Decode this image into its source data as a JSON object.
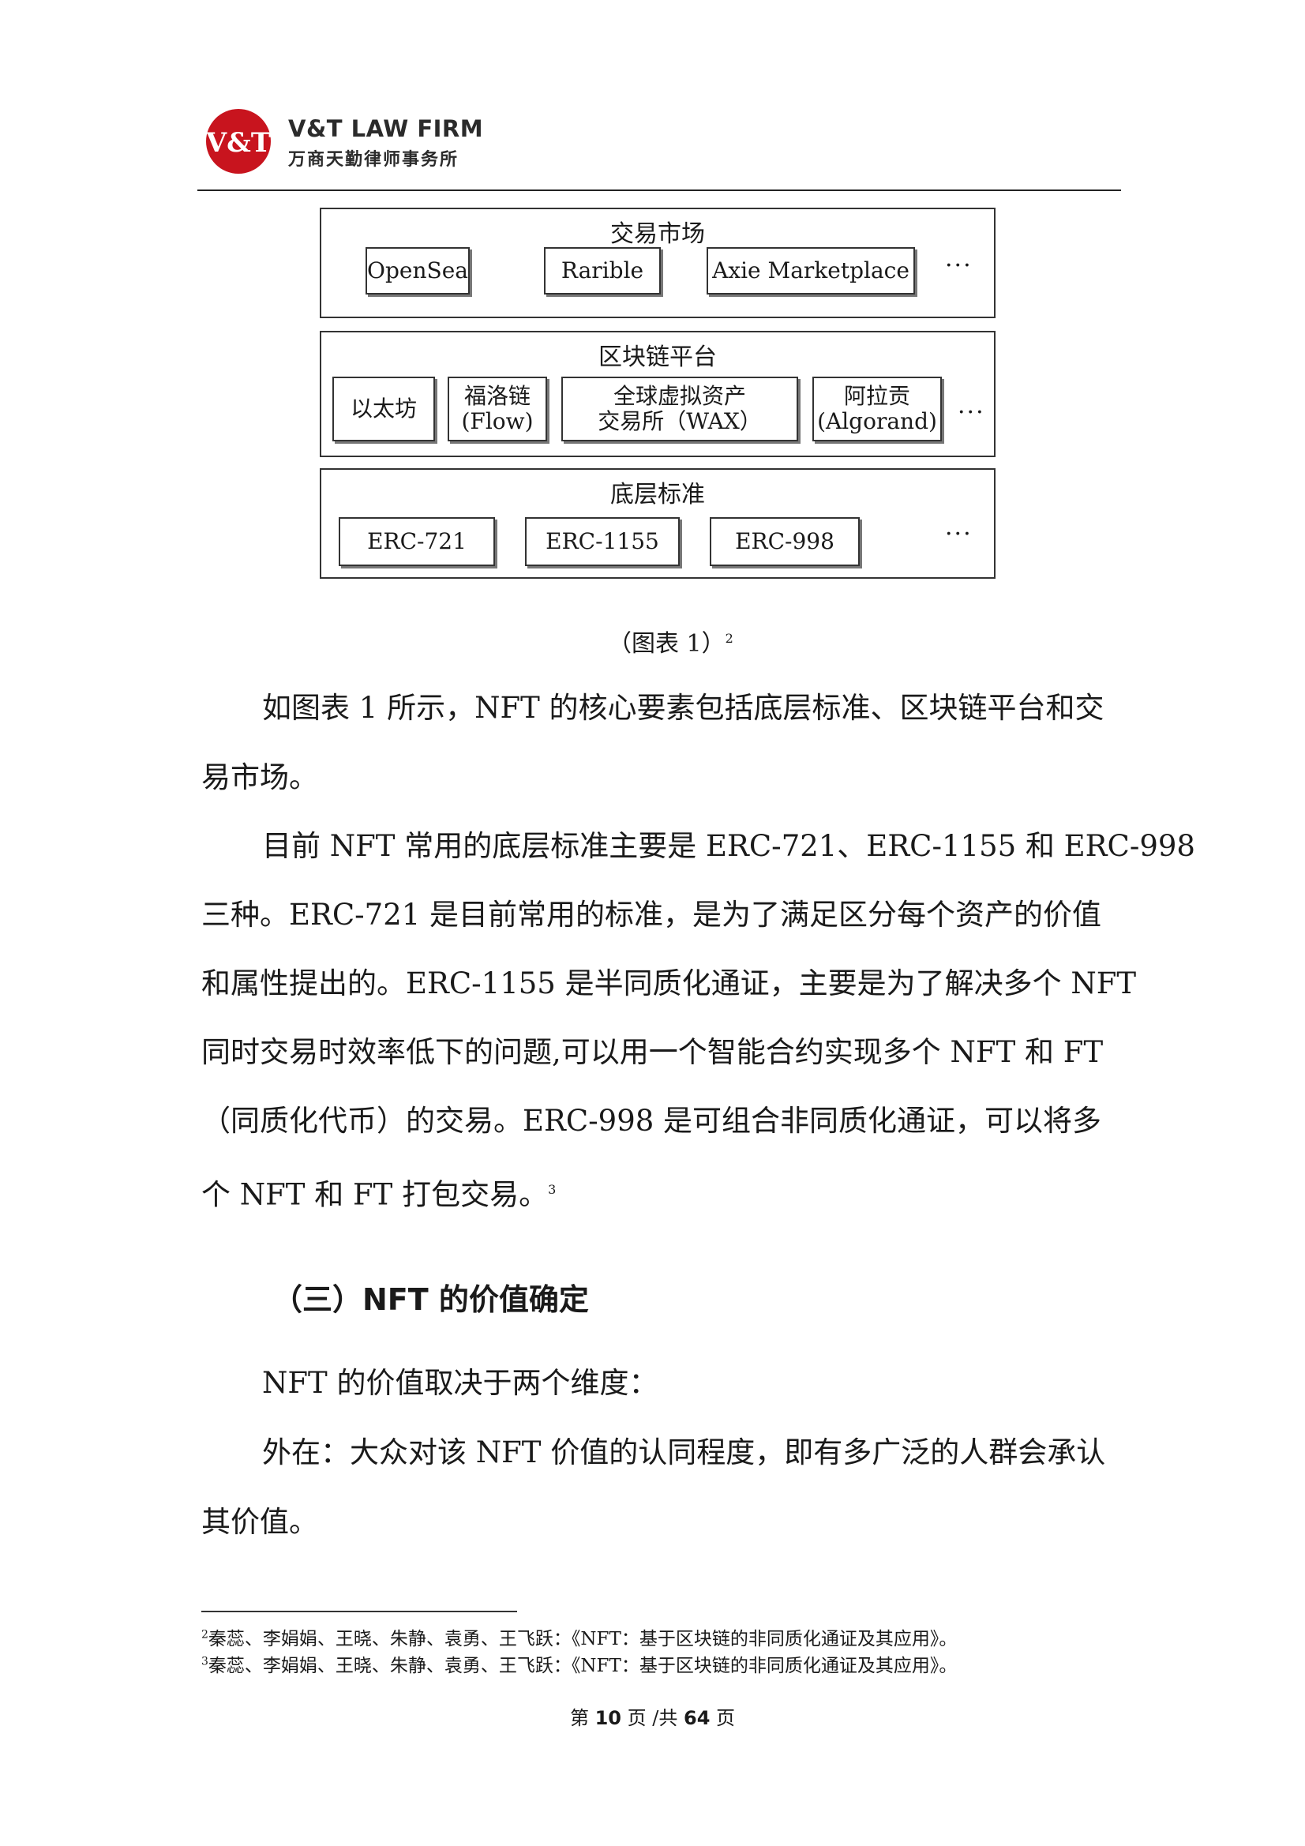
{
  "header": {
    "logo_text": "V&T",
    "firm_en": "V&T LAW FIRM",
    "firm_cn": "万商天勤律师事务所"
  },
  "diagram": {
    "market": {
      "title": "交易市场",
      "nodes": [
        "OpenSea",
        "Rarible",
        "Axie Marketplace"
      ],
      "more": "···"
    },
    "platform": {
      "title": "区块链平台",
      "nodes": [
        {
          "line1": "以太坊",
          "line2": ""
        },
        {
          "line1": "福洛链",
          "line2": "(Flow)"
        },
        {
          "line1": "全球虚拟资产",
          "line2": "交易所（WAX）"
        },
        {
          "line1": "阿拉贡",
          "line2": "(Algorand)"
        }
      ],
      "more": "···"
    },
    "standard": {
      "title": "底层标准",
      "nodes": [
        "ERC-721",
        "ERC-1155",
        "ERC-998"
      ],
      "more": "···"
    }
  },
  "caption": {
    "text": "（图表 1）",
    "sup": "2"
  },
  "paragraphs": {
    "p1_l1": "如图表 1 所示，NFT 的核心要素包括底层标准、区块链平台和交",
    "p1_l2": "易市场。",
    "p2_l1": "目前 NFT 常用的底层标准主要是 ERC-721、ERC-1155 和 ERC-998",
    "p2_l2": "三种。ERC-721 是目前常用的标准，是为了满足区分每个资产的价值",
    "p2_l3": "和属性提出的。ERC-1155 是半同质化通证，主要是为了解决多个 NFT",
    "p2_l4": "同时交易时效率低下的问题,可以用一个智能合约实现多个 NFT 和 FT",
    "p2_l5": "（同质化代币）的交易。ERC-998 是可组合非同质化通证，可以将多",
    "p2_l6": "个 NFT 和 FT 打包交易。",
    "p2_sup": "3",
    "section": "（三）NFT 的价值确定",
    "p3": "NFT 的价值取决于两个维度：",
    "p4_l1": "外在：大众对该 NFT 价值的认同程度，即有多广泛的人群会承认",
    "p4_l2": "其价值。"
  },
  "footnotes": [
    {
      "num": "2",
      "text": "秦蕊、李娟娟、王晓、朱静、袁勇、王飞跃：《NFT：基于区块链的非同质化通证及其应用》。"
    },
    {
      "num": "3",
      "text": "秦蕊、李娟娟、王晓、朱静、袁勇、王飞跃：《NFT：基于区块链的非同质化通证及其应用》。"
    }
  ],
  "footer": {
    "prefix": "第",
    "page": "10",
    "mid": "页 /共",
    "total": "64",
    "suffix": "页"
  },
  "colors": {
    "logo_red": "#c8141e"
  }
}
